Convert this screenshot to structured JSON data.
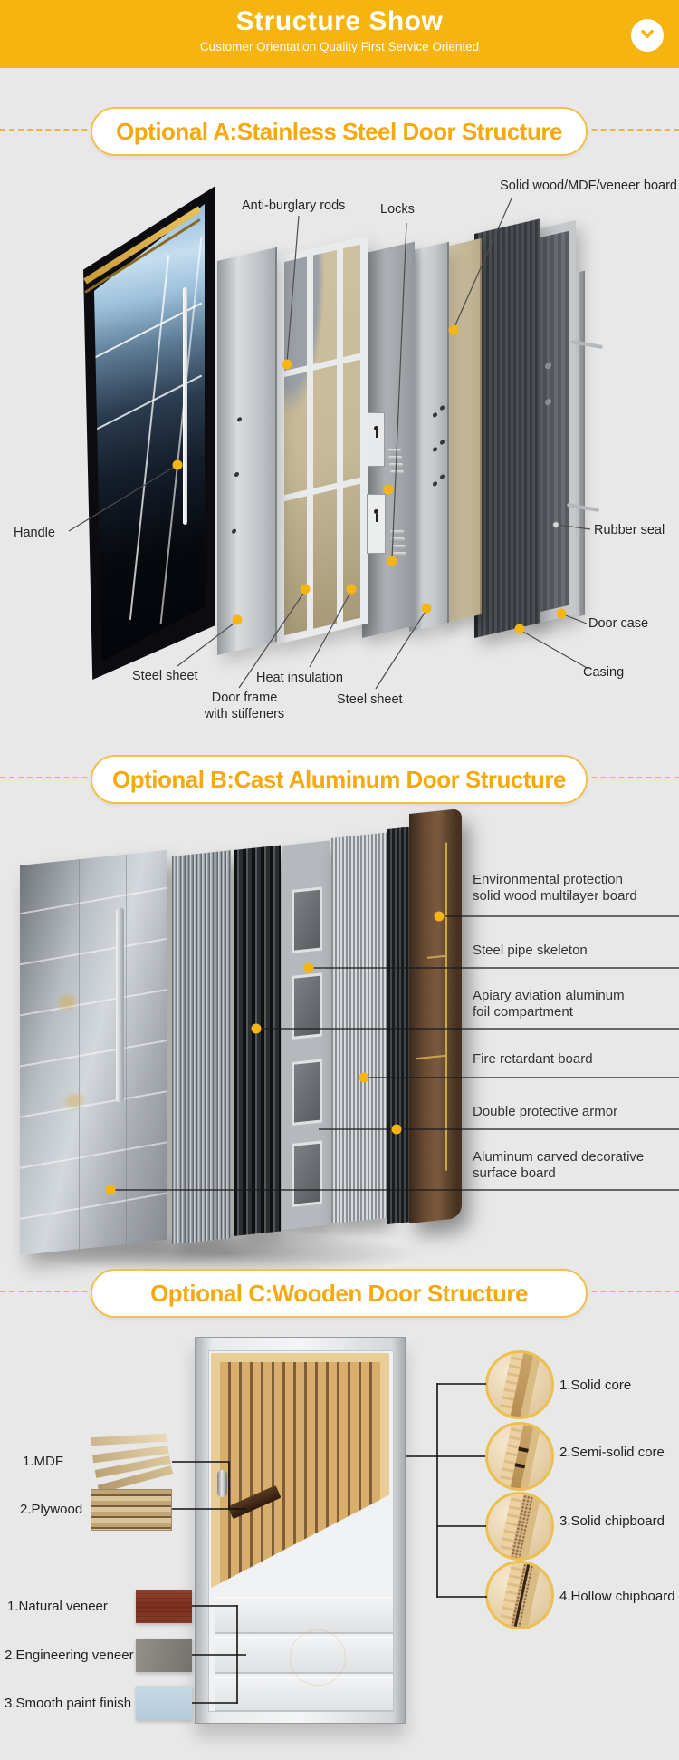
{
  "header": {
    "title": "Structure Show",
    "subtitle": "Customer Orientation Quality First Service Oriented",
    "scroll_icon": "chevron-down-icon"
  },
  "colors": {
    "accent": "#F6B411",
    "pill_text": "#F5A90D",
    "callout_dot": "#F6B517"
  },
  "sections": {
    "a": {
      "title": "Optional A:Stainless Steel Door Structure",
      "callouts": {
        "anti_burglary_rods": "Anti-burglary rods",
        "locks": "Locks",
        "solid_wood_board": "Solid wood/MDF/veneer board",
        "handle": "Handle",
        "rubber_seal": "Rubber seal",
        "door_case": "Door case",
        "casing": "Casing",
        "steel_sheet_left": "Steel sheet",
        "heat_insulation": "Heat insulation",
        "door_frame": "Door frame\nwith stiffeners",
        "steel_sheet_right": "Steel sheet"
      }
    },
    "b": {
      "title": "Optional B:Cast Aluminum Door Structure",
      "layers": [
        "Environmental protection\nsolid wood multilayer board",
        "Steel pipe skeleton",
        "Apiary aviation aluminum\nfoil compartment",
        "Fire retardant board",
        "Double protective armor",
        "Aluminum carved decorative\nsurface board"
      ]
    },
    "c": {
      "title": "Optional C:Wooden Door Structure",
      "board_materials": [
        "1.MDF",
        "2.Plywood"
      ],
      "surface_finishes": [
        "1.Natural veneer",
        "2.Engineering veneer",
        "3.Smooth paint finish"
      ],
      "core_types": [
        "1.Solid core",
        "2.Semi-solid core",
        "3.Solid chipboard",
        "4.Hollow chipboard"
      ]
    }
  }
}
